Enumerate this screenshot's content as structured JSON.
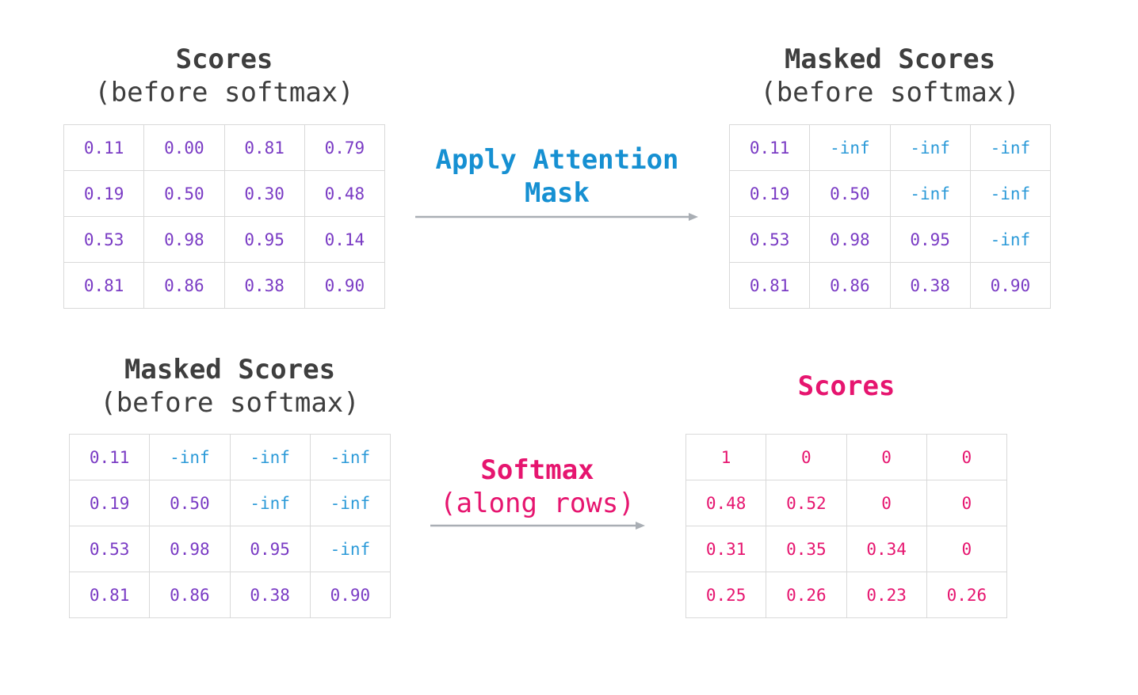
{
  "panel_top_left": {
    "title_line1": "Scores",
    "title_line2": "(before softmax)",
    "rows": [
      [
        {
          "t": "0.11",
          "k": "num"
        },
        {
          "t": "0.00",
          "k": "num"
        },
        {
          "t": "0.81",
          "k": "num"
        },
        {
          "t": "0.79",
          "k": "num"
        }
      ],
      [
        {
          "t": "0.19",
          "k": "num"
        },
        {
          "t": "0.50",
          "k": "num"
        },
        {
          "t": "0.30",
          "k": "num"
        },
        {
          "t": "0.48",
          "k": "num"
        }
      ],
      [
        {
          "t": "0.53",
          "k": "num"
        },
        {
          "t": "0.98",
          "k": "num"
        },
        {
          "t": "0.95",
          "k": "num"
        },
        {
          "t": "0.14",
          "k": "num"
        }
      ],
      [
        {
          "t": "0.81",
          "k": "num"
        },
        {
          "t": "0.86",
          "k": "num"
        },
        {
          "t": "0.38",
          "k": "num"
        },
        {
          "t": "0.90",
          "k": "num"
        }
      ]
    ]
  },
  "arrow_top": {
    "label_line1": "Apply Attention",
    "label_line2": "Mask",
    "color": "#1690d2"
  },
  "panel_top_right": {
    "title_line1": "Masked Scores",
    "title_line2": "(before softmax)",
    "rows": [
      [
        {
          "t": "0.11",
          "k": "num"
        },
        {
          "t": "-inf",
          "k": "inf"
        },
        {
          "t": "-inf",
          "k": "inf"
        },
        {
          "t": "-inf",
          "k": "inf"
        }
      ],
      [
        {
          "t": "0.19",
          "k": "num"
        },
        {
          "t": "0.50",
          "k": "num"
        },
        {
          "t": "-inf",
          "k": "inf"
        },
        {
          "t": "-inf",
          "k": "inf"
        }
      ],
      [
        {
          "t": "0.53",
          "k": "num"
        },
        {
          "t": "0.98",
          "k": "num"
        },
        {
          "t": "0.95",
          "k": "num"
        },
        {
          "t": "-inf",
          "k": "inf"
        }
      ],
      [
        {
          "t": "0.81",
          "k": "num"
        },
        {
          "t": "0.86",
          "k": "num"
        },
        {
          "t": "0.38",
          "k": "num"
        },
        {
          "t": "0.90",
          "k": "num"
        }
      ]
    ]
  },
  "panel_bottom_left": {
    "title_line1": "Masked Scores",
    "title_line2": "(before softmax)",
    "rows": [
      [
        {
          "t": "0.11",
          "k": "num"
        },
        {
          "t": "-inf",
          "k": "inf"
        },
        {
          "t": "-inf",
          "k": "inf"
        },
        {
          "t": "-inf",
          "k": "inf"
        }
      ],
      [
        {
          "t": "0.19",
          "k": "num"
        },
        {
          "t": "0.50",
          "k": "num"
        },
        {
          "t": "-inf",
          "k": "inf"
        },
        {
          "t": "-inf",
          "k": "inf"
        }
      ],
      [
        {
          "t": "0.53",
          "k": "num"
        },
        {
          "t": "0.98",
          "k": "num"
        },
        {
          "t": "0.95",
          "k": "num"
        },
        {
          "t": "-inf",
          "k": "inf"
        }
      ],
      [
        {
          "t": "0.81",
          "k": "num"
        },
        {
          "t": "0.86",
          "k": "num"
        },
        {
          "t": "0.38",
          "k": "num"
        },
        {
          "t": "0.90",
          "k": "num"
        }
      ]
    ]
  },
  "arrow_bottom": {
    "label_line1": "Softmax",
    "label_line2": "(along rows)",
    "color": "#e6156f"
  },
  "panel_bottom_right": {
    "title_line1": "Scores",
    "rows": [
      [
        {
          "t": "1",
          "k": "pink"
        },
        {
          "t": "0",
          "k": "pink"
        },
        {
          "t": "0",
          "k": "pink"
        },
        {
          "t": "0",
          "k": "pink"
        }
      ],
      [
        {
          "t": "0.48",
          "k": "pink"
        },
        {
          "t": "0.52",
          "k": "pink"
        },
        {
          "t": "0",
          "k": "pink"
        },
        {
          "t": "0",
          "k": "pink"
        }
      ],
      [
        {
          "t": "0.31",
          "k": "pink"
        },
        {
          "t": "0.35",
          "k": "pink"
        },
        {
          "t": "0.34",
          "k": "pink"
        },
        {
          "t": "0",
          "k": "pink"
        }
      ],
      [
        {
          "t": "0.25",
          "k": "pink"
        },
        {
          "t": "0.26",
          "k": "pink"
        },
        {
          "t": "0.23",
          "k": "pink"
        },
        {
          "t": "0.26",
          "k": "pink"
        }
      ]
    ]
  },
  "colors": {
    "number": "#7a3bc4",
    "neg_inf": "#2b9ad8",
    "softmax_output": "#e6156f",
    "title_dark": "#3e3e3e",
    "grid_line": "#d9d9d9",
    "arrow_gray": "#a9aeb4"
  }
}
